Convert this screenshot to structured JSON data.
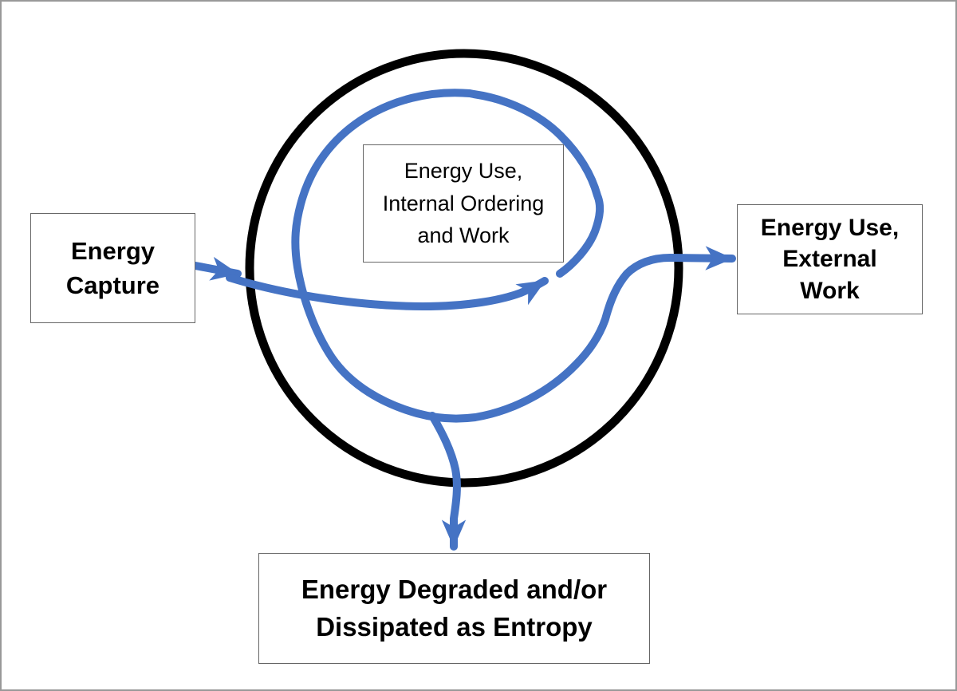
{
  "diagram": {
    "description": "Energy flow through a bounded system",
    "boxes": {
      "energy_capture": {
        "label": "Energy\nCapture"
      },
      "internal_use": {
        "label": "Energy Use,\nInternal Ordering\nand Work"
      },
      "external_work": {
        "label": "Energy Use,\nExternal\nWork"
      },
      "entropy": {
        "label": "Energy Degraded and/or\nDissipated as Entropy"
      }
    },
    "arrows": [
      {
        "name": "energy-capture-arrow",
        "from": "energy_capture",
        "to": "system-boundary"
      },
      {
        "name": "energy-input-flow-arrow",
        "from": "system-boundary",
        "to": "internal-spiral"
      },
      {
        "name": "internal-spiral-exit-arrow",
        "from": "internal-spiral",
        "to": "external_work"
      },
      {
        "name": "entropy-dissipation-arrow",
        "from": "internal-spiral",
        "to": "entropy"
      }
    ],
    "colors": {
      "flow_arrow": "#4573C4",
      "system_boundary": "#000000",
      "box_border": "#666666",
      "page_border": "#999999"
    }
  }
}
